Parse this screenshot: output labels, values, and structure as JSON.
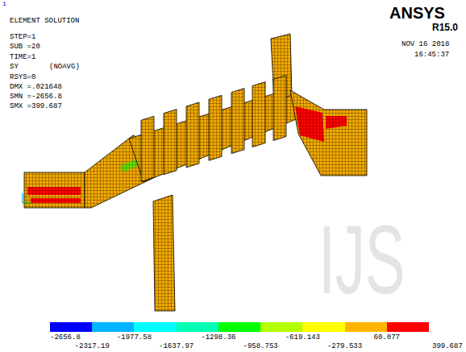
{
  "diagram": {
    "labels": [
      "1",
      "ELEMENT SOLUTION",
      "STEP=1",
      "SUB =20",
      "TIME=1",
      "SY",
      "(NOAVG)",
      "RSYS=0",
      "DMX =.021648",
      "SMN =-2656.8",
      "SMX =399.687",
      "ANSYS",
      "R15.0",
      "NOV 16 2018",
      "16:45:37",
      "-2656.8",
      "-2317.19",
      "-1977.58",
      "-1637.97",
      "-1298.36",
      "-958.753",
      "-619.143",
      "-279.533",
      "60.077",
      "399.687",
      "IJS"
    ]
  }
}
